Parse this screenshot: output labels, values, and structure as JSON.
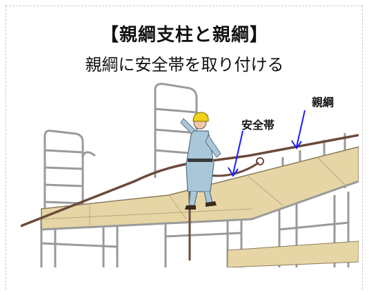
{
  "title": "【親綱支柱と親綱】",
  "subtitle": "親綱に安全帯を取り付ける",
  "labels": {
    "lifeline": "親綱",
    "safety_belt": "安全帯"
  },
  "colors": {
    "arrow": "#1a1aff",
    "plank": "#e6d6a6",
    "scaffold": "#9a9a9a",
    "rope": "#6b4a3a",
    "helmet": "#f2d21a",
    "worker_suit": "#a9c7d9"
  }
}
